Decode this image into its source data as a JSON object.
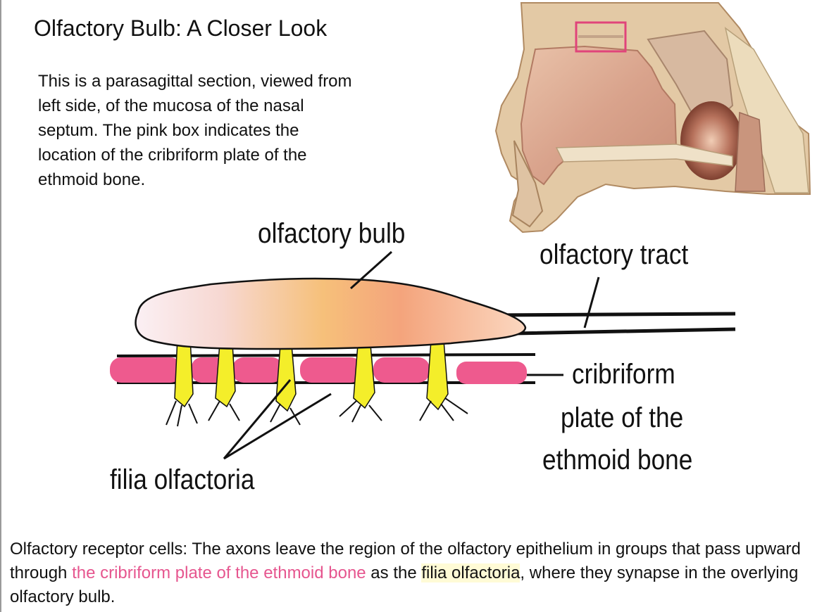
{
  "slide": {
    "title": "Olfactory Bulb: A Closer Look",
    "intro_lines": [
      "This is a parasagittal section, viewed from",
      "left side, of the mucosa  of the nasal",
      "septum.  The pink box indicates the",
      "location of the cribriform plate of the",
      "ethmoid bone."
    ]
  },
  "diagram": {
    "labels": {
      "olfactory_bulb": "olfactory bulb",
      "olfactory_tract": "olfactory tract",
      "cribriform_lines": [
        "cribriform",
        "plate of the",
        "ethmoid bone"
      ],
      "filia_olfactoria": "filia olfactoria"
    },
    "colors": {
      "bulb_light": "#fbe8ee",
      "bulb_mid": "#f7c07a",
      "bulb_dark": "#f4a87e",
      "cribriform_pink": "#ee5a8e",
      "filia_yellow": "#f4ee2a",
      "indicator_box": "#e0447a"
    }
  },
  "caption": {
    "before": "Olfactory receptor cells: The axons leave the region of the olfactory epithelium in groups that pass upward through ",
    "highlight_pink": "the cribriform plate of the ethmoid bone",
    "middle": " as the ",
    "highlight_yellow": "filia olfactoria",
    "after": ", where they synapse in the overlying olfactory bulb."
  }
}
